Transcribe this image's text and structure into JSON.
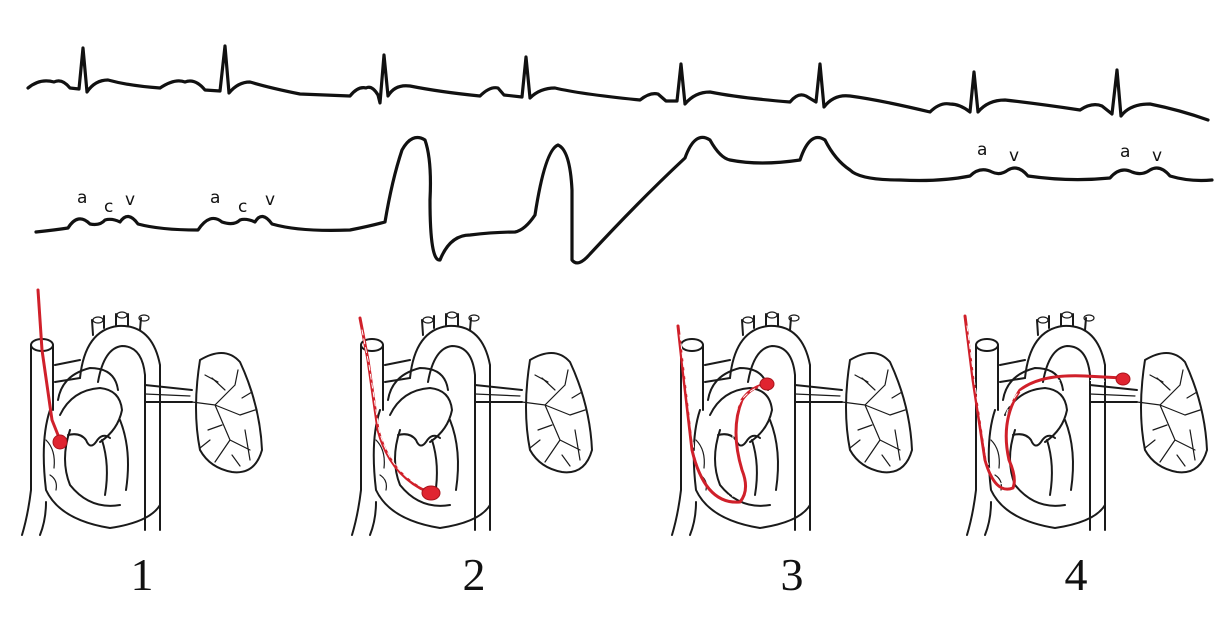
{
  "waveform_labels": {
    "right_atrium": [
      "a",
      "c",
      "v",
      "a",
      "c",
      "v"
    ],
    "wedge": [
      "a",
      "v",
      "a",
      "v"
    ]
  },
  "panels": [
    {
      "number": "1",
      "catheter_position": "right atrium"
    },
    {
      "number": "2",
      "catheter_position": "right ventricle"
    },
    {
      "number": "3",
      "catheter_position": "pulmonary artery"
    },
    {
      "number": "4",
      "catheter_position": "pulmonary capillary wedge"
    }
  ],
  "colors": {
    "trace": "#111111",
    "catheter": "#d0202a",
    "balloon": "#e02430"
  }
}
